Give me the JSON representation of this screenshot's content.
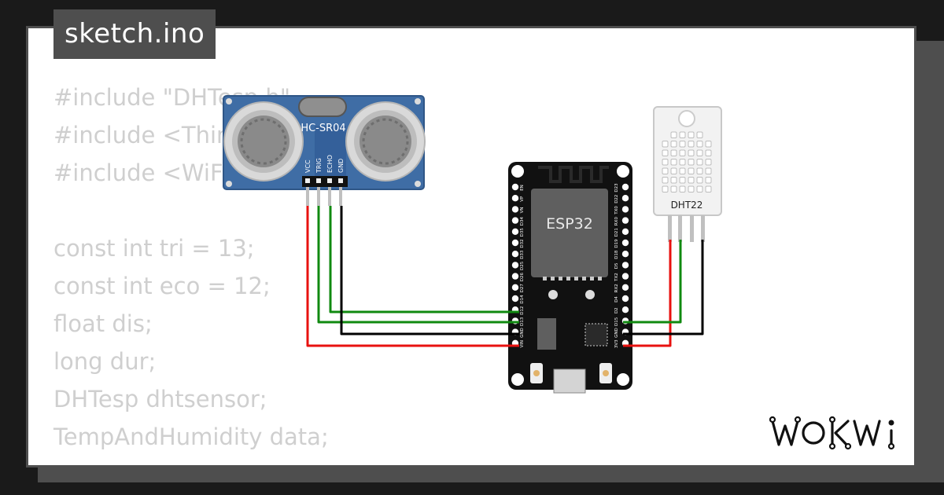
{
  "tab": {
    "filename": "sketch.ino"
  },
  "code_lines": [
    "#include \"DHTesp.h\"",
    "#include <ThingSpeak.h>",
    "#include <WiFi.h>",
    "",
    "const int tri = 13;",
    "const int eco = 12;",
    "float dis;",
    "long dur;",
    "DHTesp dhtsensor;",
    "TempAndHumidity data;"
  ],
  "ultrasonic": {
    "label": "HC-SR04",
    "pins": [
      "VCC",
      "TRIG",
      "ECHO",
      "GND"
    ],
    "board_color": "#3f6da5"
  },
  "esp32": {
    "label": "ESP32",
    "left_pins": [
      "EN",
      "VP",
      "VN",
      "D34",
      "D35",
      "D32",
      "D33",
      "D25",
      "D26",
      "D27",
      "D14",
      "D12",
      "D13",
      "GND",
      "VIN"
    ],
    "right_pins": [
      "D23",
      "D22",
      "TX0",
      "RX0",
      "D21",
      "D19",
      "D18",
      "D5",
      "TX2",
      "RX2",
      "D4",
      "D2",
      "D15",
      "GND",
      "3V3"
    ]
  },
  "dht22": {
    "label": "DHT22"
  },
  "wires": {
    "power_color": "#e8110f",
    "signal_color": "#108a10",
    "ground_color": "#000000"
  },
  "logo": {
    "text": "WOKWi"
  }
}
